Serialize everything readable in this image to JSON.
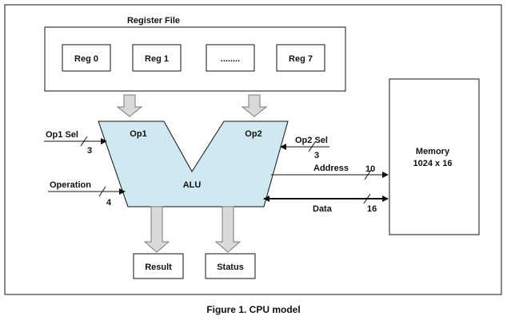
{
  "register_file": {
    "title": "Register File",
    "registers": [
      "Reg 0",
      "Reg 1",
      "........",
      "Reg 7"
    ]
  },
  "alu": {
    "label": "ALU",
    "op1_label": "Op1",
    "op2_label": "Op2",
    "fill_color": "#cfe8f1"
  },
  "signals": {
    "op1_sel": {
      "label": "Op1 Sel",
      "width": "3"
    },
    "op2_sel": {
      "label": "Op2 Sel",
      "width": "3"
    },
    "operation": {
      "label": "Operation",
      "width": "4"
    },
    "address": {
      "label": "Address",
      "width": "10"
    },
    "data": {
      "label": "Data",
      "width": "16"
    }
  },
  "memory": {
    "title": "Memory",
    "size": "1024 x 16"
  },
  "outputs": {
    "result": "Result",
    "status": "Status"
  },
  "caption": "Figure 1. CPU model"
}
